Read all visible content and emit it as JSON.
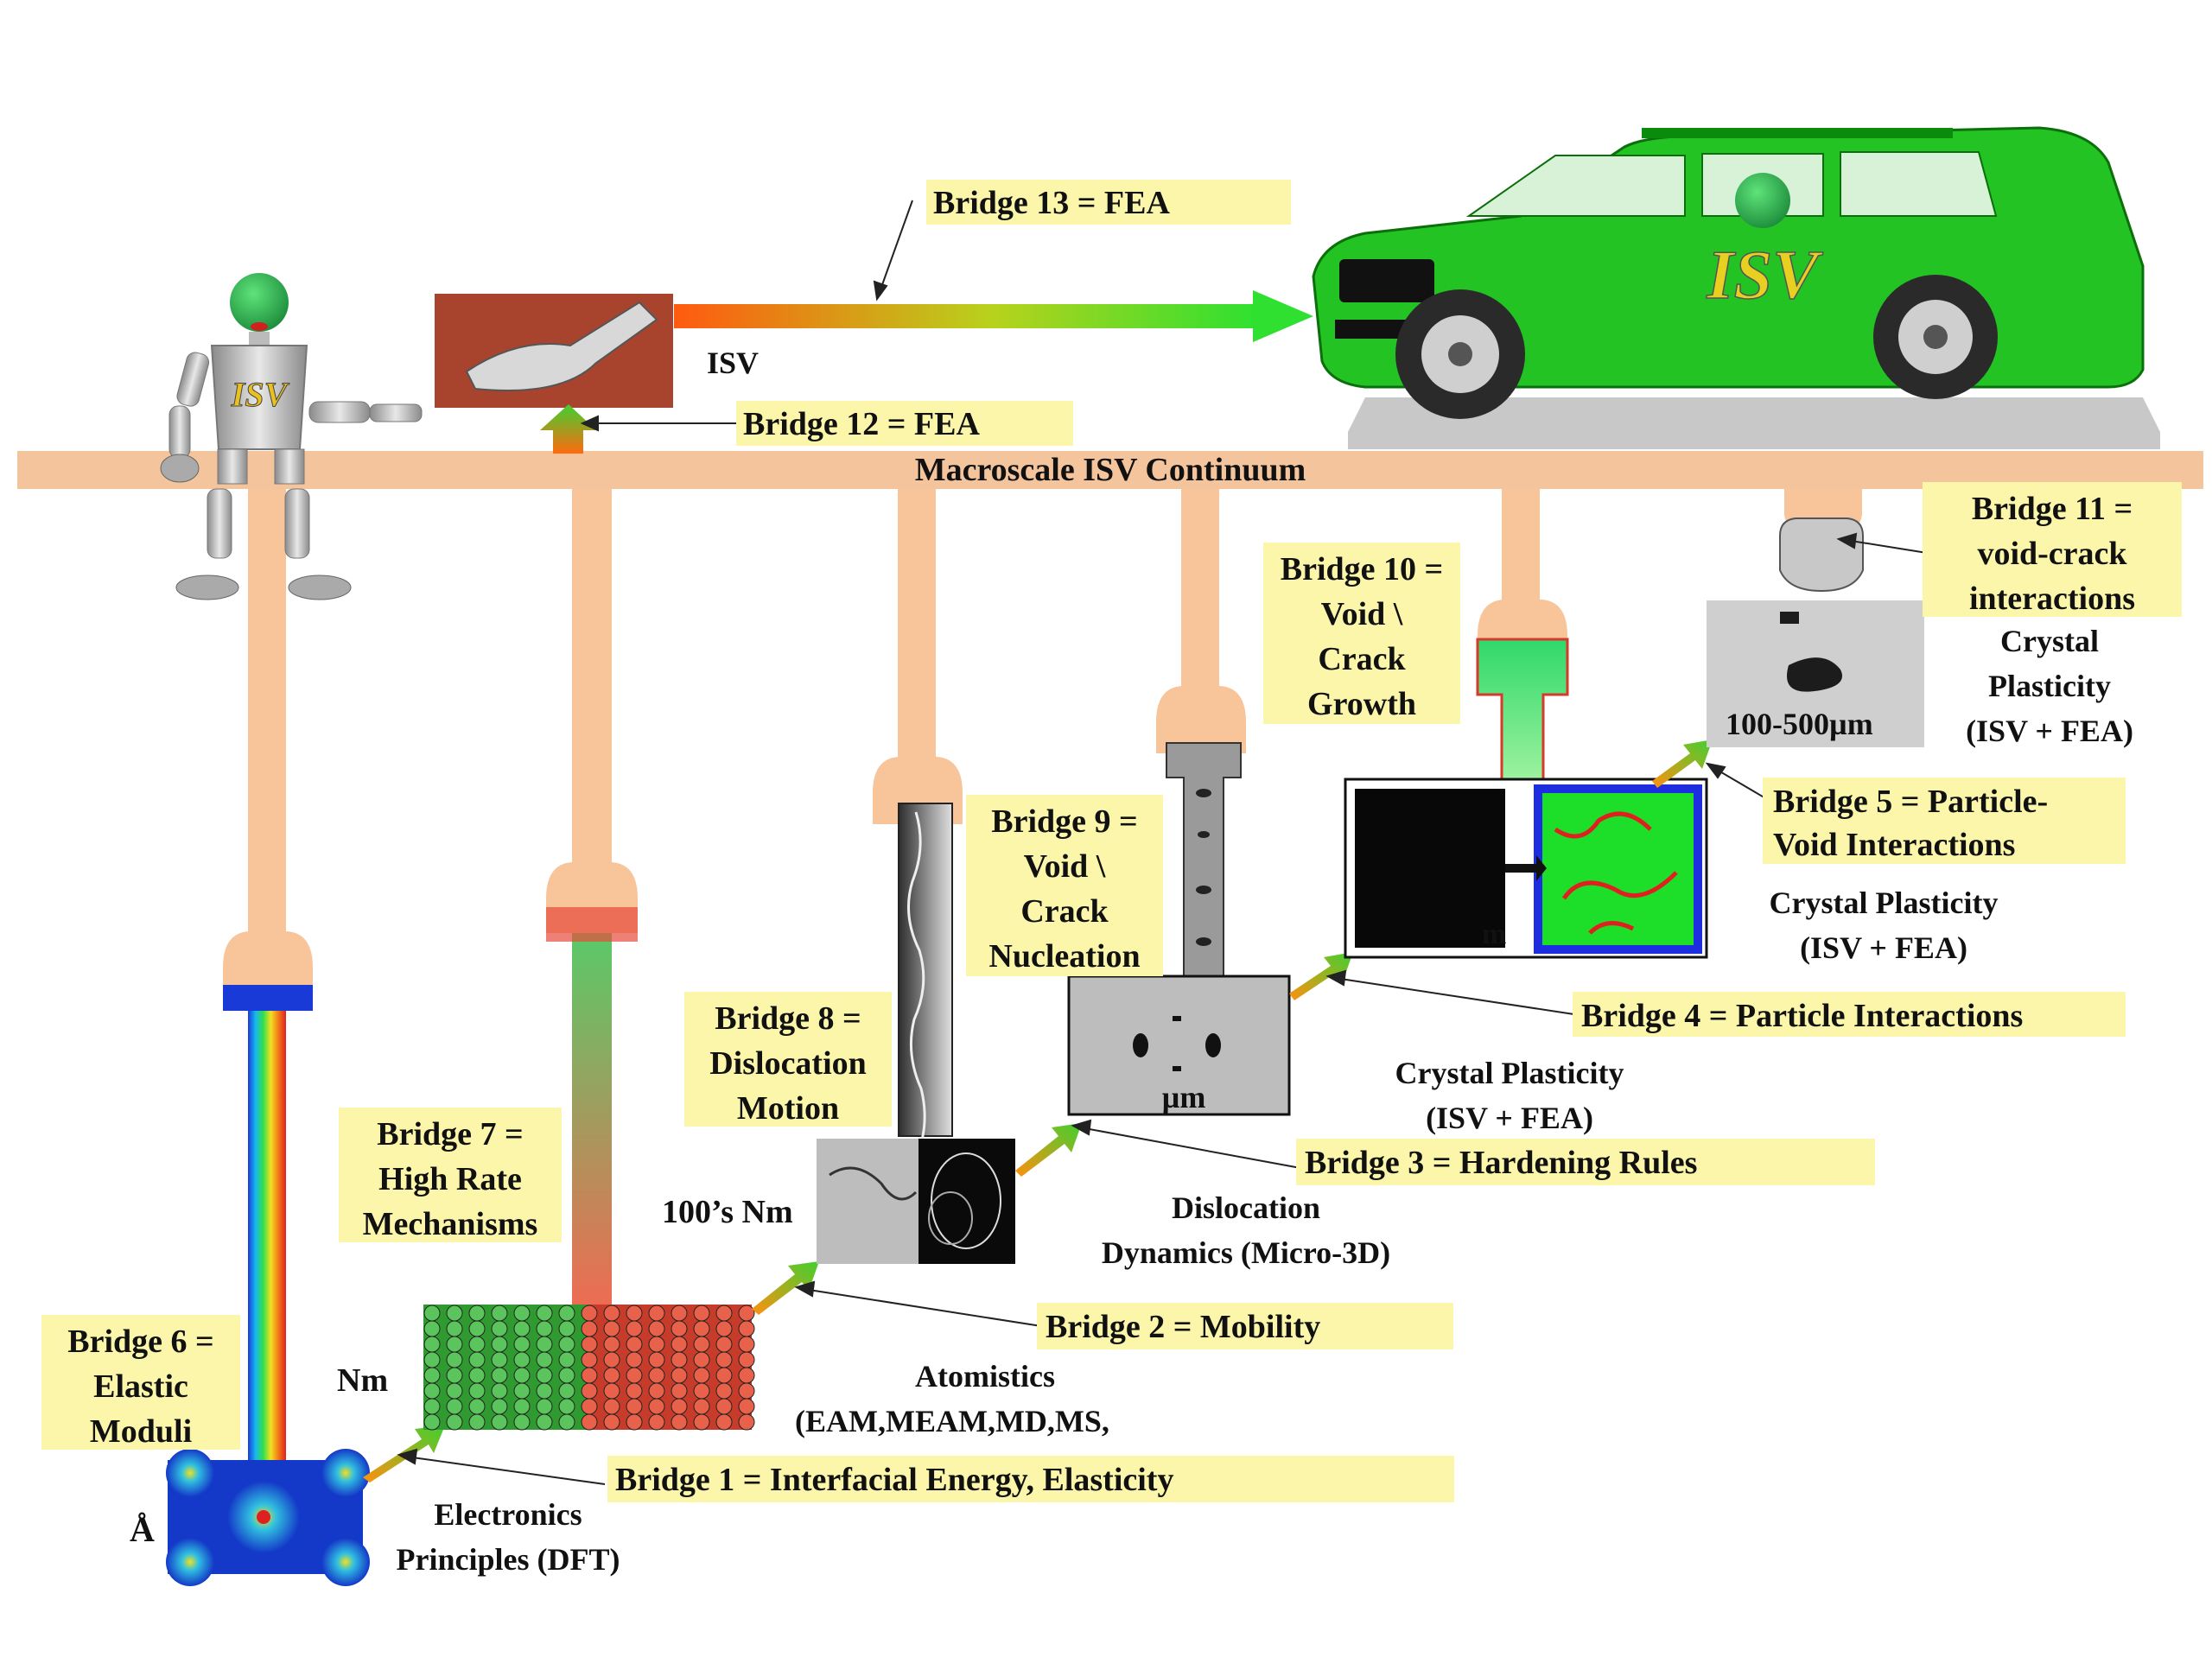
{
  "colors": {
    "label_bg": "#fbf6a9",
    "beam": "#f4c59c",
    "arm": "#f8c49a",
    "car_green": "#22c322",
    "accent_red": "#e2392a"
  },
  "beam_label": "Macroscale ISV Continuum",
  "robot_badge": "ISV",
  "car_badge": "ISV",
  "part_label": "ISV",
  "bridges": {
    "b1": [
      "Bridge 1 = Interfacial Energy, Elasticity"
    ],
    "b2": [
      "Bridge 2 = Mobility"
    ],
    "b3": [
      "Bridge 3 = Hardening Rules"
    ],
    "b4": [
      "Bridge 4 = Particle Interactions"
    ],
    "b5": [
      "Bridge 5 = Particle-",
      "Void Interactions"
    ],
    "b6": [
      "Bridge 6 =",
      "Elastic",
      "Moduli"
    ],
    "b7": [
      "Bridge 7 =",
      "High Rate",
      "Mechanisms"
    ],
    "b8": [
      "Bridge 8 =",
      "Dislocation",
      "Motion"
    ],
    "b9": [
      "Bridge 9 =",
      "Void \\",
      "Crack",
      "Nucleation"
    ],
    "b10": [
      "Bridge 10 =",
      "Void \\",
      "Crack",
      "Growth"
    ],
    "b11": [
      "Bridge 11 =",
      "void-crack",
      "interactions"
    ],
    "b12": [
      "Bridge 12 = FEA"
    ],
    "b13": [
      "Bridge 13 = FEA"
    ]
  },
  "scales": {
    "angstrom": "Å",
    "nm": "Nm",
    "hundreds_nm": "100’s Nm",
    "um": "µm",
    "um_partial": "m",
    "macro_um": "100-500µm"
  },
  "methods": {
    "electronics": [
      "Electronics",
      "Principles (DFT)"
    ],
    "atomistics": [
      "Atomistics",
      "(EAM,MEAM,MD,MS,"
    ],
    "dislocation": [
      "Dislocation",
      "Dynamics (Micro-3D)"
    ],
    "cp1": [
      "Crystal Plasticity",
      "(ISV + FEA)"
    ],
    "cp2": [
      "Crystal Plasticity",
      "(ISV + FEA)"
    ],
    "cp3": [
      "Crystal",
      "Plasticity",
      "(ISV + FEA)"
    ]
  }
}
